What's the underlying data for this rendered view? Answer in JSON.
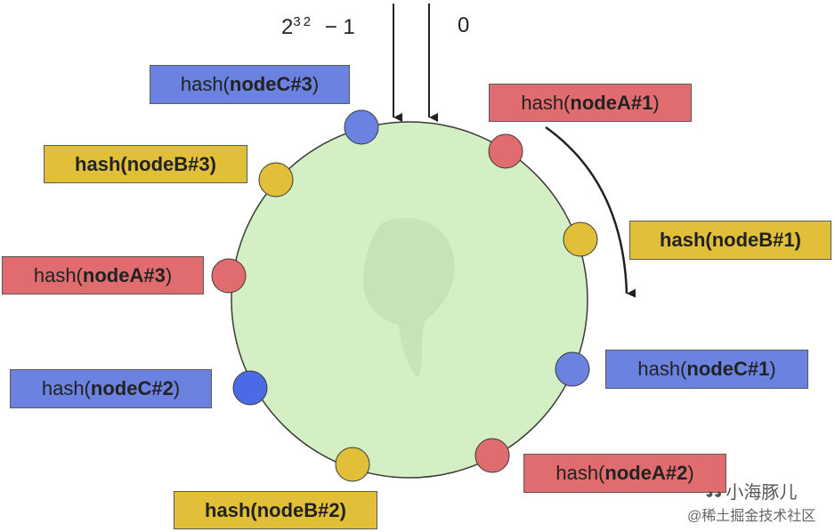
{
  "ring": {
    "max_label_base": "2",
    "max_label_exp": "32",
    "max_label_suffix": "− 1",
    "zero_label": "0"
  },
  "colors": {
    "ring_fill": "#d4efc3",
    "node_a": "#e06c70",
    "node_b": "#e2bf38",
    "node_c": "#6b82e0"
  },
  "nodes": [
    {
      "id": "nodeC#3",
      "prefix": "hash(",
      "name": "nodeC#3",
      "suffix": ")"
    },
    {
      "id": "nodeA#1",
      "prefix": "hash(",
      "name": "nodeA#1",
      "suffix": ")"
    },
    {
      "id": "nodeB#3",
      "prefix": "hash(",
      "name": "nodeB#3",
      "suffix": ")"
    },
    {
      "id": "nodeB#1",
      "prefix": "hash(",
      "name": "nodeB#1",
      "suffix": ")"
    },
    {
      "id": "nodeA#3",
      "prefix": "hash(",
      "name": "nodeA#3",
      "suffix": ")"
    },
    {
      "id": "nodeC#1",
      "prefix": "hash(",
      "name": "nodeC#1",
      "suffix": ")"
    },
    {
      "id": "nodeC#2",
      "prefix": "hash(",
      "name": "nodeC#2",
      "suffix": ")"
    },
    {
      "id": "nodeA#2",
      "prefix": "hash(",
      "name": "nodeA#2",
      "suffix": ")"
    },
    {
      "id": "nodeB#2",
      "prefix": "hash(",
      "name": "nodeB#2",
      "suffix": ")"
    }
  ],
  "watermark": {
    "line1": "小海豚儿",
    "line2": "@稀土掘金技术社区"
  }
}
